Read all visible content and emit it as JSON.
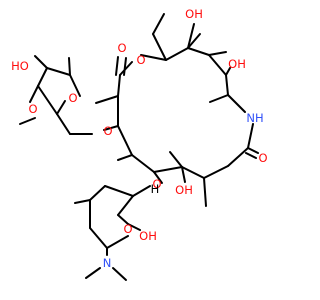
{
  "colors": {
    "carbon_bond": "#000000",
    "oxygen": "#ff0d0d",
    "nitrogen": "#3050f8",
    "background": "#ffffff"
  },
  "labels": {
    "oxygen": "O",
    "hydroxyl": "OH",
    "hydroxyl_left": "HO",
    "nitrogen": "N",
    "amide_nh": "NH",
    "hydrogen": "H"
  }
}
